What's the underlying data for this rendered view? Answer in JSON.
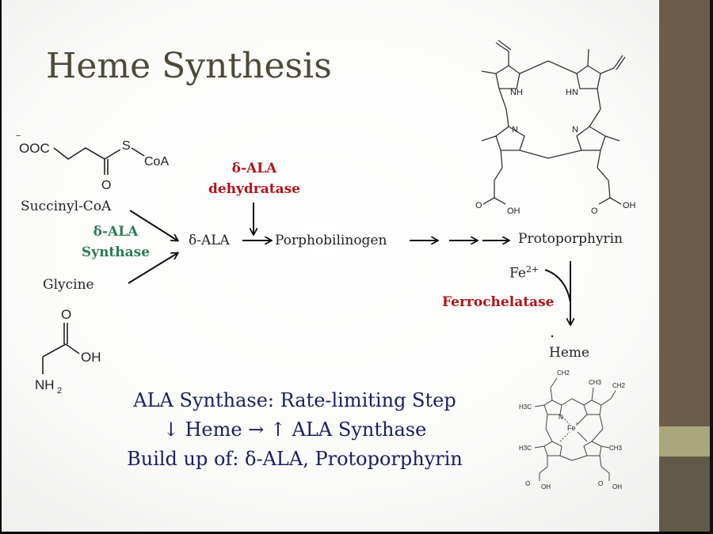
{
  "slide": {
    "title": "Heme Synthesis",
    "colors": {
      "title": "#4d4a3a",
      "enzyme_red": "#b0141c",
      "enzyme_green": "#2e7a5a",
      "summary_navy": "#1c1f5a",
      "sidebar": "#6b5d49",
      "sidebar_accent": "#a9a67c"
    },
    "succinyl_coa_structure": {
      "left_group": "OOC",
      "charge": "−",
      "sulfur": "S",
      "coa": "CoA",
      "oxygen": "O"
    },
    "glycine_structure": {
      "oxygen": "O",
      "hydroxyl": "OH",
      "amine": "NH",
      "amine_sub": "2"
    },
    "pathway": {
      "succinyl_coa": "Succinyl-CoA",
      "glycine": "Glycine",
      "ala_synthase_line1": "δ-ALA",
      "ala_synthase_line2": "Synthase",
      "delta_ala": "δ-ALA",
      "dehydratase_line1": "δ-ALA",
      "dehydratase_line2": "dehydratase",
      "porphobilinogen": "Porphobilinogen",
      "protoporphyrin": "Protoporphyrin",
      "iron": "Fe",
      "iron_charge": "2+",
      "ferrochelatase": "Ferrochelatase",
      "heme": "Heme"
    },
    "protoporphyrin_structure": {
      "nh_left": "NH",
      "nh_right": "HN",
      "n_left": "N",
      "n_right": "N",
      "oh_left": "OH",
      "oh_right": "OH",
      "o_left": "O",
      "o_right": "O"
    },
    "heme_structure": {
      "ch2_top": "CH2",
      "ch3_top": "CH3",
      "ch2_right": "CH2",
      "h3c_left": "H3C",
      "h3c_lower_left": "H3C",
      "ch3_lower_right": "CH3",
      "fe": "Fe",
      "fe_ox": "II",
      "n": "N",
      "oh_left": "OH",
      "oh_right": "OH",
      "o_left": "O",
      "o_right": "O"
    },
    "summary": {
      "line1": "ALA Synthase: Rate-limiting Step",
      "line2": "↓ Heme → ↑ ALA Synthase",
      "line3": "Build up of: δ-ALA, Protoporphyrin"
    }
  }
}
